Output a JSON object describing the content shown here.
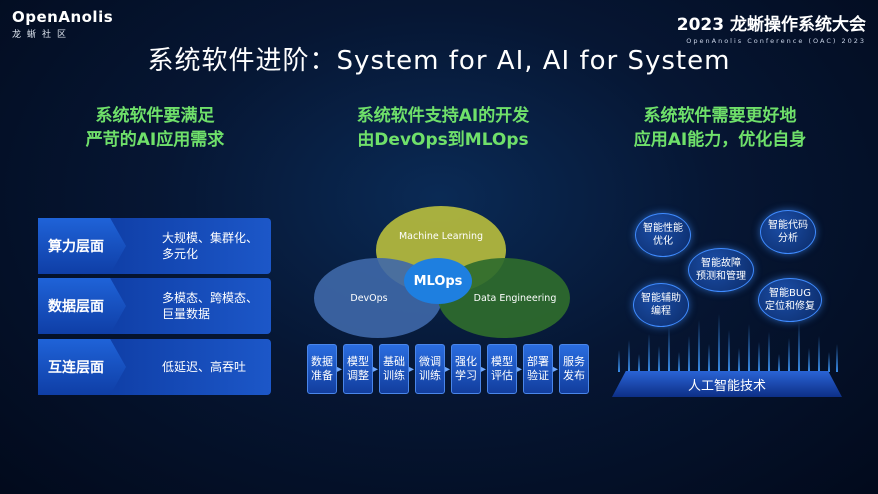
{
  "logo": {
    "name": "OpenAnolis",
    "sub": "龙蜥社区"
  },
  "conference": {
    "title": "2023 龙蜥操作系统大会",
    "subtitle": "OpenAnolis Conference (OAC) 2023"
  },
  "title": "系统软件进阶：System for AI, AI for System",
  "columns": [
    {
      "line1": "系统软件要满足",
      "line2": "严苛的AI应用需求"
    },
    {
      "line1": "系统软件支持AI的开发",
      "line2": "由DevOps到MLOps"
    },
    {
      "line1": "系统软件需要更好地",
      "line2": "应用AI能力，优化自身"
    }
  ],
  "rows": [
    {
      "label": "算力层面",
      "line1": "大规模、集群化、",
      "line2": "多元化"
    },
    {
      "label": "数据层面",
      "line1": "多模态、跨模态、",
      "line2": "巨量数据"
    },
    {
      "label": "互连层面",
      "line1": "低延迟、高吞吐",
      "line2": ""
    }
  ],
  "venn": {
    "ml": "Machine Learning",
    "devops": "DevOps",
    "data": "Data Engineering",
    "center": "MLOps"
  },
  "steps": [
    {
      "l1": "数据",
      "l2": "准备"
    },
    {
      "l1": "模型",
      "l2": "调整"
    },
    {
      "l1": "基础",
      "l2": "训练"
    },
    {
      "l1": "微调",
      "l2": "训练"
    },
    {
      "l1": "强化",
      "l2": "学习"
    },
    {
      "l1": "模型",
      "l2": "评估"
    },
    {
      "l1": "部署",
      "l2": "验证"
    },
    {
      "l1": "服务",
      "l2": "发布"
    }
  ],
  "bubbles": [
    {
      "l1": "智能性能",
      "l2": "优化"
    },
    {
      "l1": "智能代码",
      "l2": "分析"
    },
    {
      "l1": "智能故障",
      "l2": "预测和管理"
    },
    {
      "l1": "智能辅助",
      "l2": "编程"
    },
    {
      "l1": "智能BUG",
      "l2": "定位和修复"
    }
  ],
  "ai_base": "人工智能技术",
  "colors": {
    "accent_green": "#6fe06a",
    "accent_blue": "#1f63d8",
    "ml_yellow": "#b5bd3a",
    "devops_blue": "#3f68a8",
    "data_green": "#2f6b2c",
    "mlops_blue": "#1e7fe0"
  }
}
